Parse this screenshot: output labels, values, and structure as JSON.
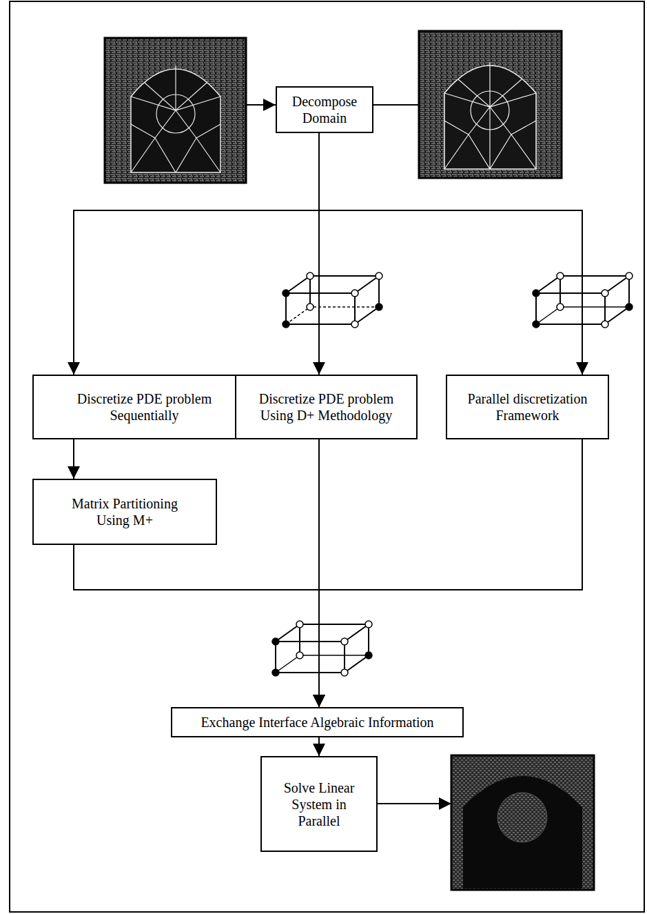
{
  "diagram": {
    "nodes": [
      {
        "text": [
          "Decompose Domain"
        ]
      },
      {
        "text": [
          "Discretize PDE problem Sequentially"
        ]
      },
      {
        "text": [
          "Discretize PDE problem Using D+ Methodology"
        ]
      },
      {
        "text": [
          "Parallel discretization Framework"
        ]
      },
      {
        "text": [
          "Matrix Partitioning Using M+"
        ]
      },
      {
        "text": [
          "Exchange Interface Algebraic Information"
        ]
      },
      {
        "text": [
          "Solve Linear System in Parallel"
        ]
      }
    ],
    "edges": [
      {
        "from": 0,
        "to": 1,
        "arrow": "to"
      },
      {
        "from": 0,
        "to": 2,
        "arrow": "to"
      },
      {
        "from": 0,
        "to": 3,
        "arrow": "to"
      },
      {
        "from": 1,
        "to": 4,
        "arrow": "to"
      },
      {
        "from": 4,
        "to": 5,
        "arrow": "to"
      },
      {
        "from": 2,
        "to": 5,
        "arrow": "to"
      },
      {
        "from": 3,
        "to": 5,
        "arrow": "to"
      },
      {
        "from": 5,
        "to": 6,
        "arrow": "to"
      }
    ]
  }
}
